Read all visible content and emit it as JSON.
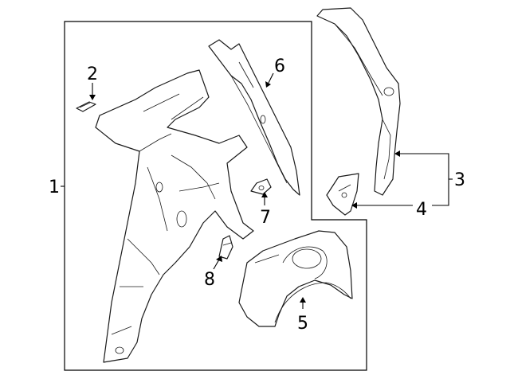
{
  "callouts": [
    {
      "id": "1",
      "text": "1"
    },
    {
      "id": "2",
      "text": "2"
    },
    {
      "id": "3",
      "text": "3"
    },
    {
      "id": "4",
      "text": "4"
    },
    {
      "id": "5",
      "text": "5"
    },
    {
      "id": "6",
      "text": "6"
    },
    {
      "id": "7",
      "text": "7"
    },
    {
      "id": "8",
      "text": "8"
    }
  ],
  "colors": {
    "line": "#1a1a1a",
    "background": "#ffffff"
  }
}
